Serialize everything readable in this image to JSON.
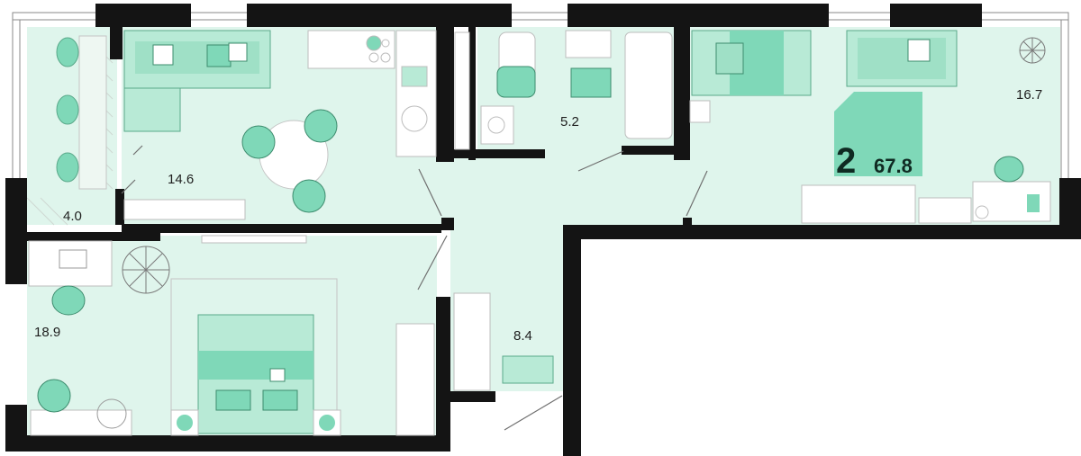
{
  "plan": {
    "colors": {
      "floor": "#dff5ec",
      "accent": "#7fd8b8",
      "accent_light": "#b8ead6",
      "wall": "#141414",
      "line": "#7a7a7a"
    },
    "badge": {
      "room_count": "2",
      "total_area": "67.8"
    },
    "rooms": {
      "balcony": "4.0",
      "kitchen_living": "14.6",
      "bathroom": "5.2",
      "bedroom_right": "16.7",
      "bedroom_left": "18.9",
      "hallway": "8.4"
    }
  }
}
